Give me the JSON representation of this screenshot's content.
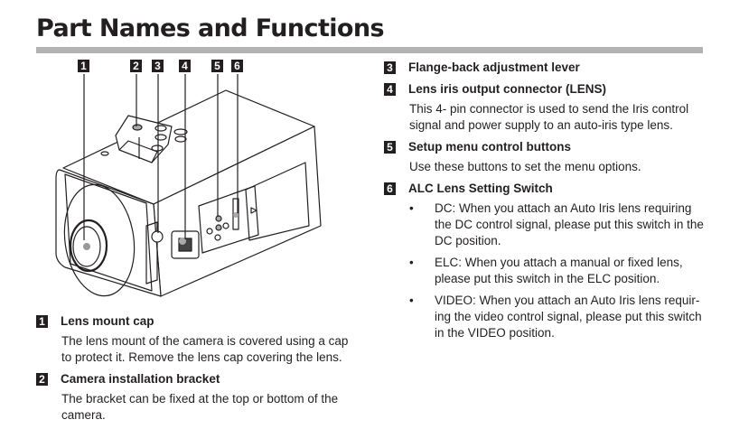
{
  "page": {
    "title": "Part Names and Functions"
  },
  "figure": {
    "callouts": [
      "1",
      "2",
      "3",
      "4",
      "5",
      "6"
    ]
  },
  "items": [
    {
      "number": "1",
      "name": "Lens mount cap",
      "description": "The lens mount of the camera is covered using a cap to protect it. Remove the lens cap covering the lens."
    },
    {
      "number": "2",
      "name": "Camera installation bracket",
      "description": "The bracket can be fixed at the top or bottom of the camera."
    },
    {
      "number": "3",
      "name": "Flange-back adjustment lever"
    },
    {
      "number": "4",
      "name": "Lens iris output connector (LENS)",
      "description": "This 4- pin connector is used to send the Iris control signal and power supply to an auto-iris type lens."
    },
    {
      "number": "5",
      "name": "Setup menu control buttons",
      "description": "Use these buttons to set the menu options."
    },
    {
      "number": "6",
      "name": "ALC Lens Setting Switch",
      "bullet_symbol": "•",
      "bullets": [
        "DC: When you attach an Auto Iris lens requiring the DC control signal, please put this switch in the DC position.",
        "ELC: When you attach a manual or fixed lens, please put this switch in the ELC position.",
        "VIDEO: When you attach an Auto Iris lens requir-ing the video control signal, please put this switch in the VIDEO position."
      ]
    }
  ]
}
